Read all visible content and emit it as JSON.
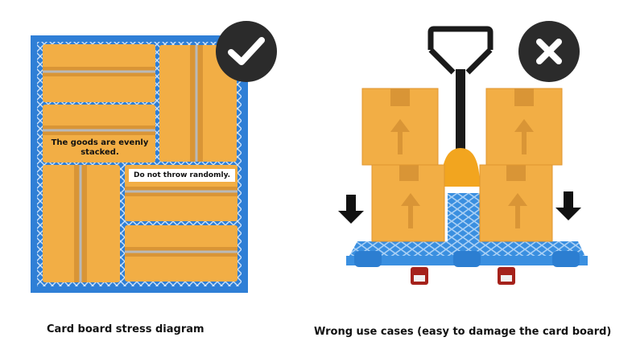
{
  "left_panel": {
    "note_even": "The goods are evenly stacked.",
    "note_throw": "Do not throw randomly.",
    "caption": "Card board stress diagram",
    "badge_icon": "check-icon"
  },
  "right_panel": {
    "caption": "Wrong use cases (easy to damage the card board)",
    "badge_icon": "cross-icon"
  },
  "colors": {
    "pallet_blue": "#2f7fd6",
    "box_orange": "#f2ae45",
    "tape": "#d99536",
    "badge": "#2b2b2b"
  }
}
